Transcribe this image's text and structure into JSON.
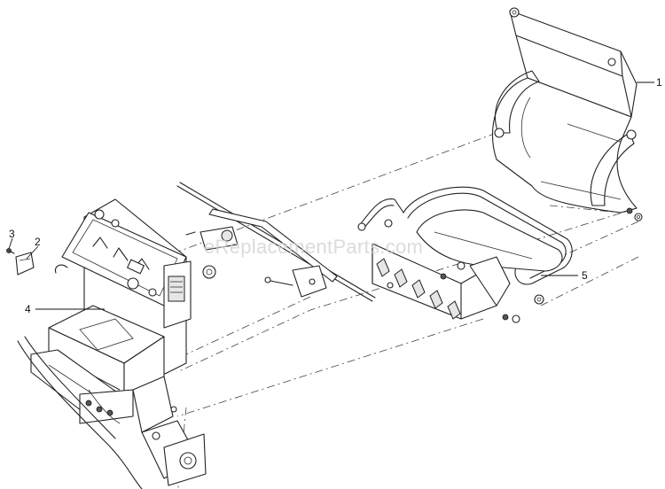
{
  "watermark": "eReplacementParts.com",
  "callouts": {
    "c1": "1",
    "c2": "2",
    "c3": "3",
    "c4": "4",
    "c5": "5"
  }
}
